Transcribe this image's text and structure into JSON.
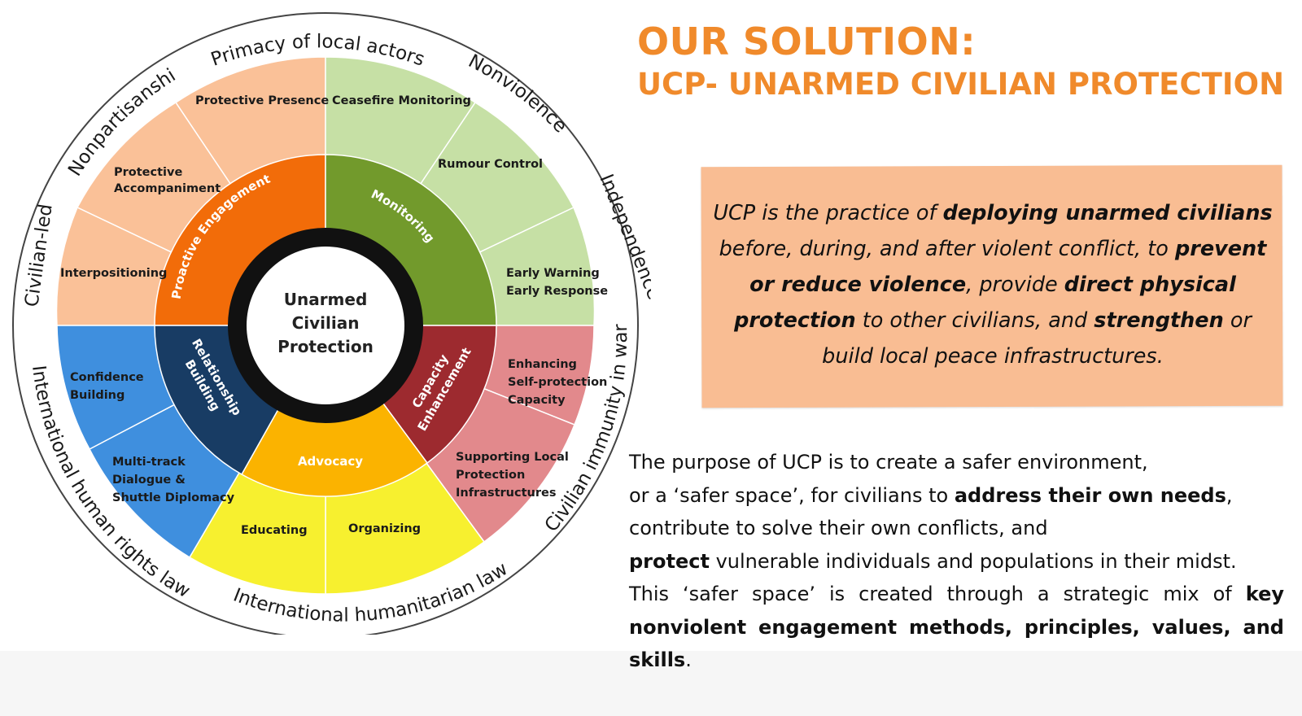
{
  "header": {
    "title": "OUR SOLUTION:",
    "subtitle": "UCP- UNARMED CIVILIAN PROTECTION"
  },
  "definition": {
    "parts": [
      "UCP is the practice of ",
      "deploying unarmed civilians",
      " before, during, and after violent conflict, to ",
      "prevent or reduce violence",
      ", provide ",
      "direct physical protection",
      " to other civilians, and ",
      "strengthen",
      " or build local peace infrastructures."
    ]
  },
  "purpose": {
    "line1": "The purpose of UCP is to create a safer environment,",
    "line2a": "or a ‘safer space’, for civilians to ",
    "line2b": "address their own needs",
    "line2c": ",",
    "line3": "contribute to solve their own conflicts, and",
    "line4a": "protect",
    "line4b": " vulnerable individuals and populations in their midst.",
    "line5a": "This ‘safer space’ is created through a strategic mix of ",
    "line5b": "key nonviolent engagement methods, principles, values, and skills",
    "line5c": "."
  },
  "wheel": {
    "center": [
      "Unarmed",
      "Civilian",
      "Protection"
    ],
    "principles": {
      "primacy": "Primacy of local actors",
      "nonviolence": "Nonviolence",
      "independence": "Independence",
      "immunity": "Civilian immunity in war",
      "ihl": "International humanitarian law",
      "ihrl": "International human rights law",
      "civilian_led": "Civilian-led",
      "nonpartisanship": "Nonpartisanship"
    },
    "methods": {
      "proactive": "Proactive Engagement",
      "monitoring": "Monitoring",
      "capacity_1": "Capacity",
      "capacity_2": "Enhancement",
      "advocacy": "Advocacy",
      "relationship_1": "Relationship",
      "relationship_2": "Building"
    },
    "activities": {
      "protective_presence": "Protective Presence",
      "protective_accompaniment_1": "Protective",
      "protective_accompaniment_2": "Accompaniment",
      "interpositioning": "Interpositioning",
      "ceasefire_monitoring": "Ceasefire Monitoring",
      "rumour_control": "Rumour Control",
      "early_warning_1": "Early Warning",
      "early_warning_2": "Early Response",
      "enhancing_1": "Enhancing",
      "enhancing_2": "Self-protection",
      "enhancing_3": "Capacity",
      "supporting_1": "Supporting Local",
      "supporting_2": "Protection",
      "supporting_3": "Infrastructures",
      "organizing": "Organizing",
      "educating": "Educating",
      "multitrack_1": "Multi-track",
      "multitrack_2": "Dialogue &",
      "multitrack_3": "Shuttle Diplomacy",
      "confidence_1": "Confidence",
      "confidence_2": "Building"
    },
    "colors": {
      "proactive": "#f26c09",
      "proactive_light": "#fac198",
      "monitoring": "#729a2c",
      "monitoring_light": "#c6e0a5",
      "capacity": "#9d2a2f",
      "capacity_light": "#e2898c",
      "advocacy": "#fbb300",
      "advocacy_light": "#f7f02f",
      "relationship": "#183c64",
      "relationship_light": "#3f8fde"
    }
  }
}
